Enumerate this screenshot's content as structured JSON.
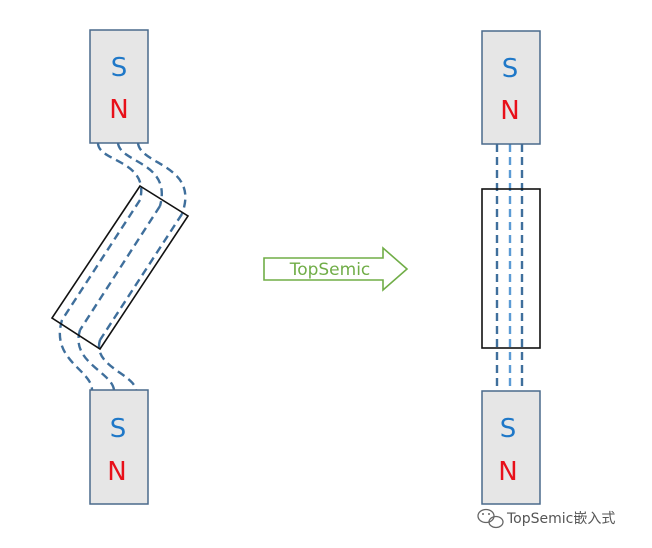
{
  "magnets": {
    "left_top": {
      "south": "S",
      "north": "N"
    },
    "left_bottom": {
      "south": "S",
      "north": "N"
    },
    "right_top": {
      "south": "S",
      "north": "N"
    },
    "right_bottom": {
      "south": "S",
      "north": "N"
    }
  },
  "arrow": {
    "label": "TopSemic"
  },
  "watermark": {
    "text": "TopSemic嵌入式"
  },
  "colors": {
    "south_pole": "#1f78c8",
    "north_pole": "#e8101a",
    "field_lines": "#3f6f9c",
    "arrow": "#70ad47",
    "magnet_fill": "#e6e6e6"
  }
}
